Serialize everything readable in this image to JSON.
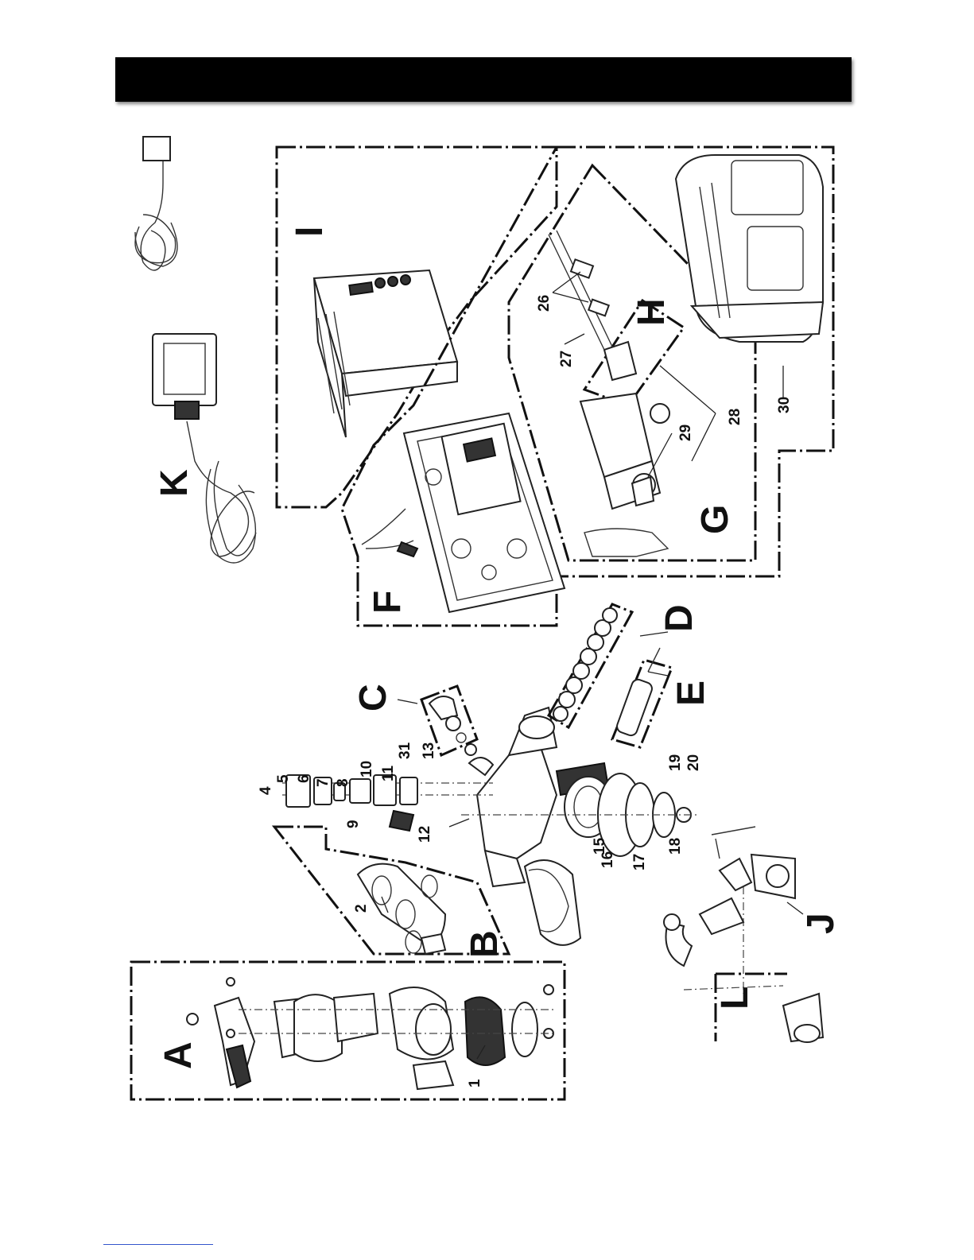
{
  "sections": {
    "A": "A",
    "B": "B",
    "C": "C",
    "D": "D",
    "E": "E",
    "F": "F",
    "G": "G",
    "H": "H",
    "I": "I",
    "J": "J",
    "K": "K",
    "L": "L"
  },
  "part_numbers": {
    "p1": "1",
    "p2": "2",
    "p4": "4",
    "p5": "5",
    "p6": "6",
    "p7": "7",
    "p8": "8",
    "p9": "9",
    "p10": "10",
    "p11": "11",
    "p12": "12",
    "p13": "13",
    "p15": "15",
    "p16": "16",
    "p17": "17",
    "p18": "18",
    "p19": "19",
    "p20": "20",
    "p26": "26",
    "p27": "27",
    "p28": "28",
    "p29": "29",
    "p30": "30",
    "p31": "31"
  }
}
